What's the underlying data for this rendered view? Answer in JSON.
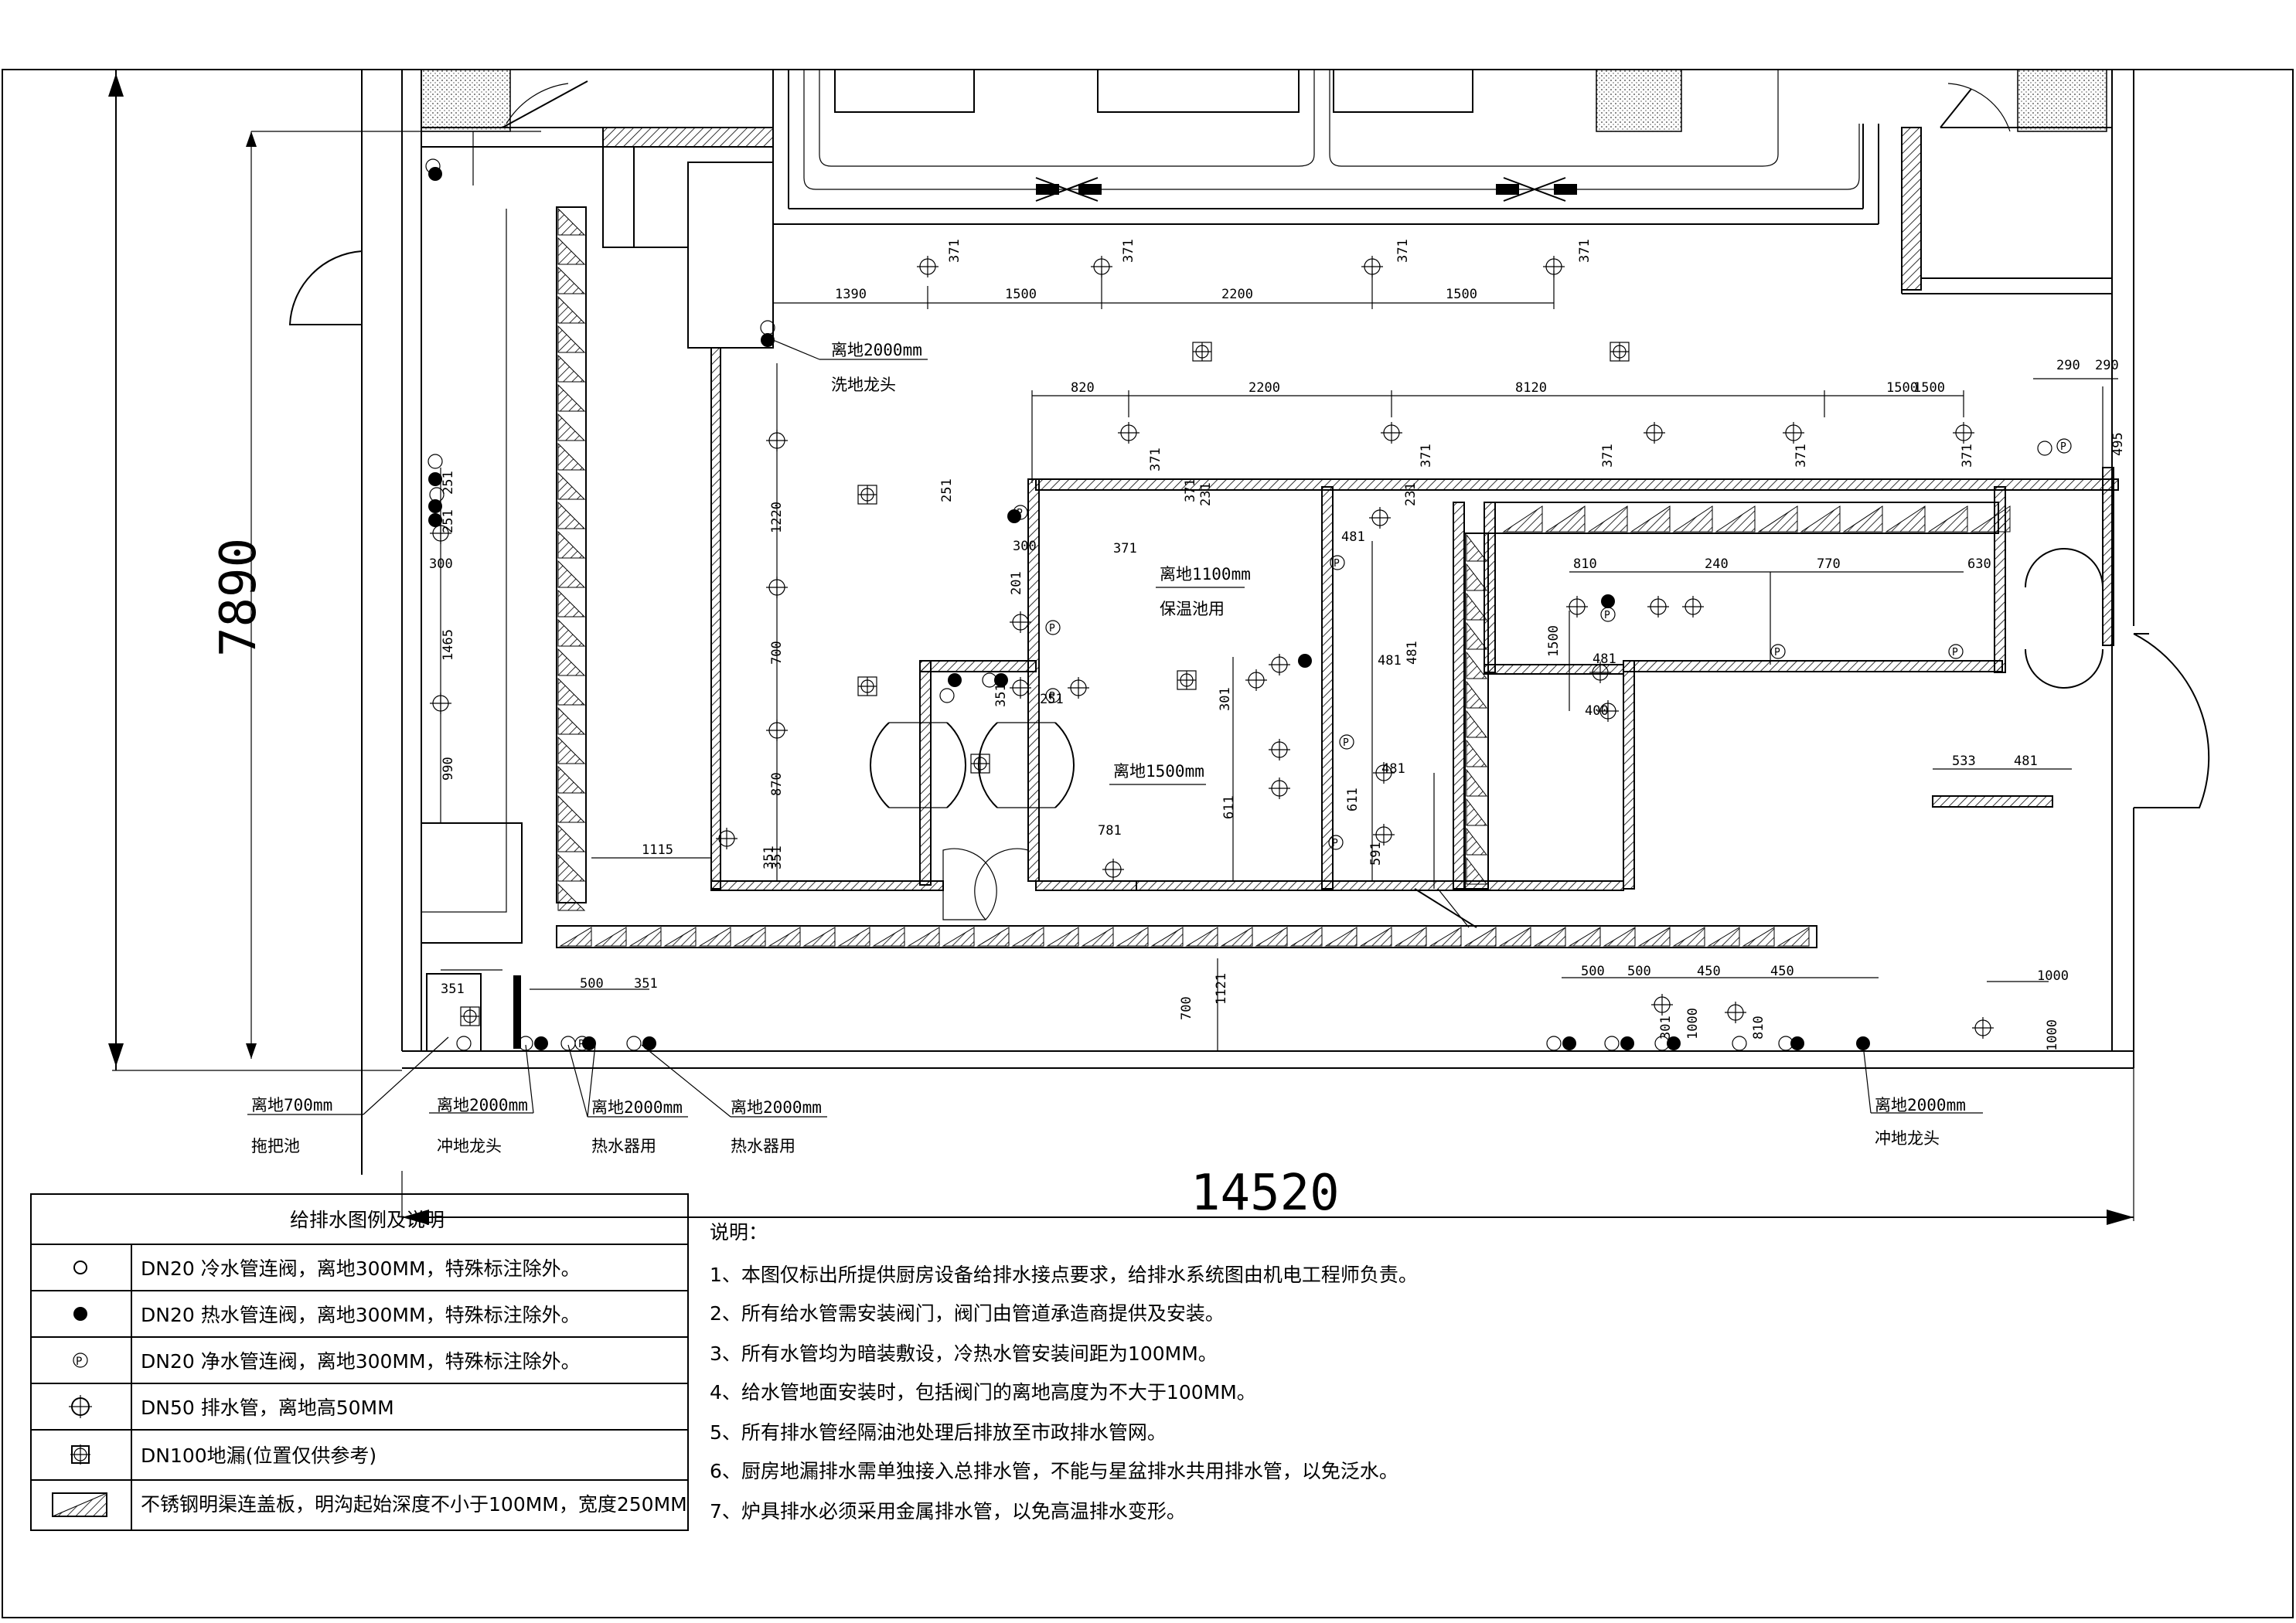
{
  "drawing": {
    "width_dim": "14520",
    "height_dim": "7890",
    "dimensions_top": [
      "1390",
      "1500",
      "2200",
      "1500"
    ],
    "dimensions_row2": [
      "820",
      "2200",
      "8120",
      "1500",
      "1500"
    ],
    "dimensions_right": [
      "290",
      "290",
      "495"
    ],
    "dimensions_misc": [
      "371",
      "371",
      "371",
      "371",
      "371",
      "371",
      "371",
      "371",
      "371",
      "371",
      "371",
      "251",
      "251",
      "251",
      "1220",
      "700",
      "870",
      "351",
      "1465",
      "990",
      "300",
      "351",
      "1115",
      "351",
      "300",
      "231",
      "231",
      "481",
      "481",
      "481",
      "481",
      "611",
      "301",
      "611",
      "781",
      "1121",
      "591",
      "810",
      "481",
      "240",
      "770",
      "630",
      "1500",
      "400",
      "533",
      "481",
      "1000",
      "500",
      "351",
      "500",
      "500",
      "450",
      "450",
      "1000",
      "700",
      "1000",
      "810",
      "301",
      "201",
      "251",
      "351",
      "300"
    ],
    "labels": {
      "mop_pool": "离地700mm",
      "mop_pool_sub": "拖把池",
      "wash_tap": "离地2000mm",
      "wash_tap_sub": "洗地龙头",
      "floor_tap_1": "离地2000mm",
      "floor_tap_1_sub": "冲地龙头",
      "water_heater_1": "离地2000mm",
      "water_heater_1_sub": "热水器用",
      "water_heater_2": "离地2000mm",
      "water_heater_2_sub": "热水器用",
      "floor_tap_2": "离地2000mm",
      "floor_tap_2_sub": "冲地龙头",
      "bain_marie": "离地1100mm",
      "bain_marie_sub": "保温池用",
      "height_1500": "离地1500mm"
    }
  },
  "legend": {
    "title": "给排水图例及说明",
    "rows": [
      {
        "symbol": "cold-water-icon",
        "text": "DN20 冷水管连阀，离地300MM，特殊标注除外。"
      },
      {
        "symbol": "hot-water-icon",
        "text": "DN20 热水管连阀，离地300MM，特殊标注除外。"
      },
      {
        "symbol": "purified-water-icon",
        "text": "DN20 净水管连阀，离地300MM，特殊标注除外。"
      },
      {
        "symbol": "drain-pipe-icon",
        "text": "DN50 排水管，离地高50MM"
      },
      {
        "symbol": "floor-drain-icon",
        "text": "DN100地漏(位置仅供参考)"
      },
      {
        "symbol": "trench-cover-icon",
        "text": "不锈钢明渠连盖板，明沟起始深度不小于100MM，宽度250MM"
      }
    ]
  },
  "notes": {
    "title": "说明：",
    "items": [
      "1、本图仅标出所提供厨房设备给排水接点要求，给排水系统图由机电工程师负责。",
      "2、所有给水管需安装阀门，阀门由管道承造商提供及安装。",
      "3、所有水管均为暗装敷设，冷热水管安装间距为100MM。",
      "4、给水管地面安装时，包括阀门的离地高度为不大于100MM。",
      "5、所有排水管经隔油池处理后排放至市政排水管网。",
      "6、厨房地漏排水需单独接入总排水管，不能与星盆排水共用排水管，以免泛水。",
      "7、炉具排水必须采用金属排水管，以免高温排水变形。"
    ]
  },
  "symbols": {
    "purified": "P"
  }
}
